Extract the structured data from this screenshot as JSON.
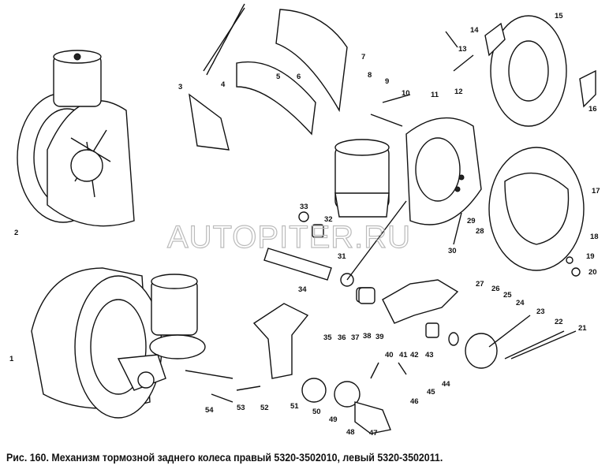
{
  "caption": "Рис. 160. Механизм тормозной заднего колеса правый 5320-3502010, левый 5320-3502011.",
  "watermark": "AUTOPITER.RU",
  "part_numbers": [
    "1",
    "2",
    "3",
    "4",
    "5",
    "6",
    "7",
    "8",
    "9",
    "10",
    "11",
    "12",
    "13",
    "14",
    "15",
    "16",
    "17",
    "18",
    "19",
    "20",
    "21",
    "22",
    "23",
    "24",
    "25",
    "26",
    "27",
    "28",
    "29",
    "30",
    "31",
    "32",
    "33",
    "34",
    "35",
    "36",
    "37",
    "38",
    "39",
    "40",
    "41",
    "42",
    "43",
    "44",
    "45",
    "46",
    "47",
    "48",
    "49",
    "50",
    "51",
    "52",
    "53",
    "54"
  ]
}
